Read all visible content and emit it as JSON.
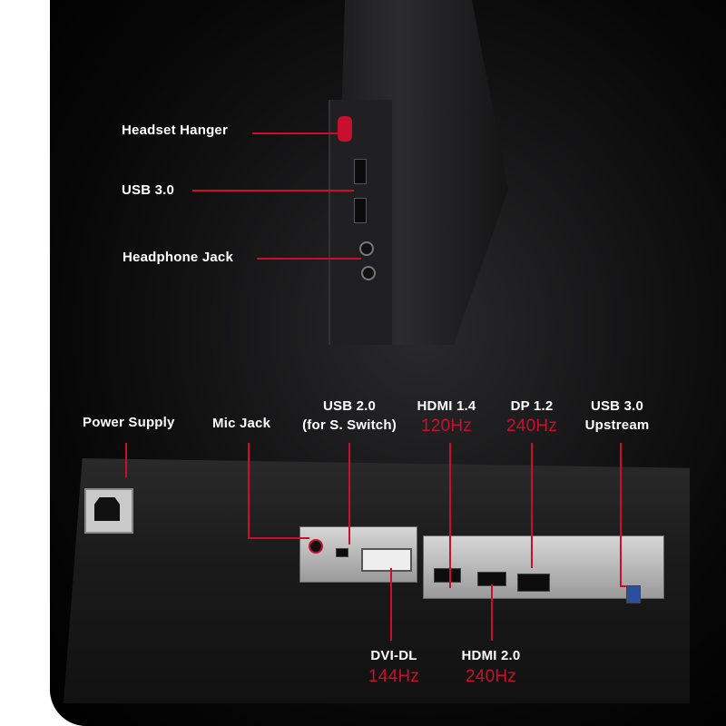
{
  "accent_color": "#c8102e",
  "side_labels": {
    "headset_hanger": "Headset Hanger",
    "usb30": "USB 3.0",
    "headphone_jack": "Headphone Jack"
  },
  "rear_labels": {
    "power_supply": "Power Supply",
    "mic_jack": "Mic Jack",
    "usb20": "USB 2.0",
    "usb20_sub": "(for S. Switch)",
    "hdmi14": "HDMI 1.4",
    "hdmi14_hz": "120Hz",
    "dp12": "DP 1.2",
    "dp12_hz": "240Hz",
    "usb30_up": "USB 3.0",
    "usb30_up_sub": "Upstream",
    "dvi": "DVI-DL",
    "dvi_hz": "144Hz",
    "hdmi20": "HDMI 2.0",
    "hdmi20_hz": "240Hz"
  }
}
